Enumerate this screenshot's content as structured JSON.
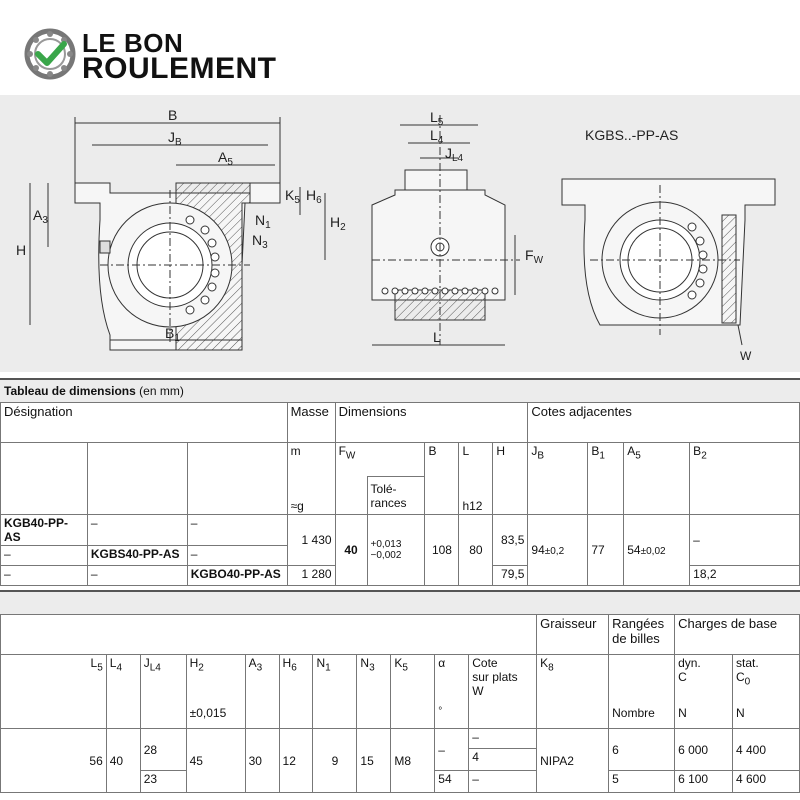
{
  "logo": {
    "line1": "LE BON",
    "line2": "ROULEMENT"
  },
  "drawing": {
    "labels": {
      "B": "B",
      "JB": "J",
      "JB_sub": "B",
      "A5": "A",
      "A5_sub": "5",
      "K5": "K",
      "K5_sub": "5",
      "H6": "H",
      "H6_sub": "6",
      "A3": "A",
      "A3_sub": "3",
      "H": "H",
      "N1": "N",
      "N1_sub": "1",
      "N3": "N",
      "N3_sub": "3",
      "H2": "H",
      "H2_sub": "2",
      "B1": "B",
      "B1_sub": "1",
      "L5": "L",
      "L5_sub": "5",
      "L4": "L",
      "L4_sub": "4",
      "JL4": "J",
      "JL4_sub": "L4",
      "FW": "F",
      "FW_sub": "W",
      "L": "L",
      "W": "W",
      "variant": "KGBS..-PP-AS"
    }
  },
  "table1": {
    "title": "Tableau de dimensions",
    "title_unit": "(en mm)",
    "headers": {
      "designation": "Désignation",
      "masse": "Masse",
      "dimensions": "Dimensions",
      "cotes": "Cotes adjacentes",
      "m": "m",
      "fw": "F",
      "fw_sub": "W",
      "B": "B",
      "L": "L",
      "H": "H",
      "JB": "J",
      "JB_sub": "B",
      "B1": "B",
      "B1_sub": "1",
      "A5": "A",
      "A5_sub": "5",
      "B2": "B",
      "B2_sub": "2",
      "g": "≈g",
      "tol1": "Tolé-",
      "tol2": "rances",
      "h12": "h12"
    },
    "rows": [
      {
        "d1": "KGB40-PP-AS",
        "d2": "–",
        "d3": "–"
      },
      {
        "d1": "–",
        "d2": "KGBS40-PP-AS",
        "d3": "–"
      },
      {
        "d1": "–",
        "d2": "–",
        "d3": "KGBO40-PP-AS"
      }
    ],
    "values": {
      "masse1": "1 430",
      "masse2": "1 280",
      "fw": "40",
      "tol_up": "+0,013",
      "tol_dn": "−0,002",
      "B": "108",
      "L": "80",
      "H1": "83,5",
      "H2": "79,5",
      "JB": "94",
      "JB_tol": "±0,2",
      "B1": "77",
      "A5": "54",
      "A5_tol": "±0,02",
      "B2_1": "–",
      "B2_2": "18,2"
    }
  },
  "table2": {
    "headers": {
      "graisseur": "Graisseur",
      "rangees1": "Rangées",
      "rangees2": "de billes",
      "charges": "Charges de base",
      "L5": "L",
      "L5_sub": "5",
      "L4": "L",
      "L4_sub": "4",
      "JL4": "J",
      "JL4_sub": "L4",
      "H2": "H",
      "H2_sub": "2",
      "A3": "A",
      "A3_sub": "3",
      "H6": "H",
      "H6_sub": "6",
      "N1": "N",
      "N1_sub": "1",
      "N3": "N",
      "N3_sub": "3",
      "K5": "K",
      "K5_sub": "5",
      "alpha": "α",
      "cote1": "Cote",
      "cote2": "sur plats",
      "cote3": "W",
      "K8": "K",
      "K8_sub": "8",
      "dyn1": "dyn.",
      "dyn2": "C",
      "stat1": "stat.",
      "stat2": "C",
      "stat2_sub": "0",
      "h2_tol": "±0,015",
      "deg": "°",
      "nombre": "Nombre",
      "N_unit": "N",
      "N_unit2": "N"
    },
    "values": {
      "L5": "56",
      "L4": "40",
      "JL4_1": "28",
      "JL4_2": "23",
      "H2": "45",
      "A3": "30",
      "H6": "12",
      "N1": "9",
      "N3": "15",
      "K5": "M8",
      "alpha1": "–",
      "alpha2": "54",
      "cote1": "–",
      "cote2": "4",
      "cote3": "–",
      "K8": "NIPA2",
      "rang1": "6",
      "rang2": "5",
      "dyn1": "6 000",
      "dyn2": "6 100",
      "stat1": "4 400",
      "stat2": "4 600"
    }
  }
}
